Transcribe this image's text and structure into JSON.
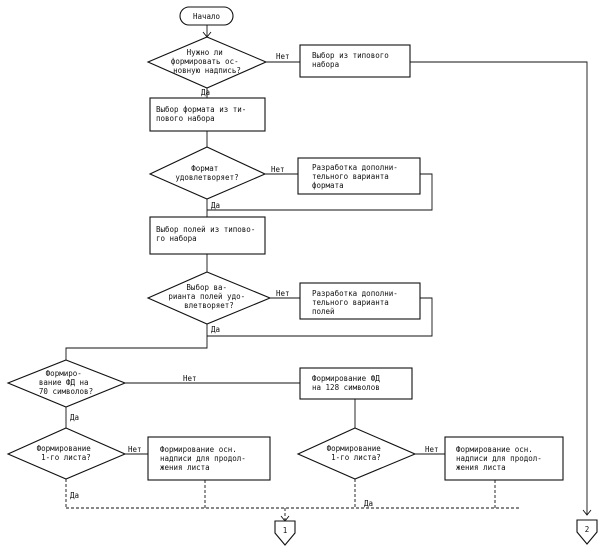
{
  "diagram": {
    "start": "Начало",
    "nodes": {
      "d1": [
        "Нужно ли",
        "формировать ос-",
        "новную надпись?"
      ],
      "b1": [
        "Выбор из типового",
        "набора"
      ],
      "p1": [
        "Выбор формата из ти-",
        "пового набора"
      ],
      "d2": [
        "Формат",
        "удовлетворяет?"
      ],
      "b2": [
        "Разработка дополни-",
        "тельного варианта",
        "формата"
      ],
      "p2": [
        "Выбор полей из типово-",
        "го набора"
      ],
      "d3": [
        "Выбор ва-",
        "рианта полей удо-",
        "влетворяет?"
      ],
      "b3": [
        "Разработка дополни-",
        "тельного варианта",
        "полей"
      ],
      "d4": [
        "Формиро-",
        "вание ФД на",
        "70 символов?"
      ],
      "p3": [
        "Формирование ФД",
        "на 128 символов"
      ],
      "d5": [
        "Формирование",
        "1-го листа?"
      ],
      "b4": [
        "Формирование осн.",
        "надписи для продол-",
        "жения листа"
      ],
      "d6": [
        "Формирование",
        "1-го листа?"
      ],
      "b5": [
        "Формирование осн.",
        "надписи для продол-",
        "жения листа"
      ]
    },
    "labels": {
      "no1": "Нет",
      "yes1": "Да",
      "no2": "Нет",
      "yes2": "Да",
      "no3": "Нет",
      "yes3": "Да",
      "no4": "Нет",
      "yes4": "Да",
      "no5": "Нет",
      "yes5": "Да",
      "no6": "Нет",
      "yes6": "Да"
    },
    "connectors": {
      "c1": "1",
      "c2": "2"
    }
  }
}
